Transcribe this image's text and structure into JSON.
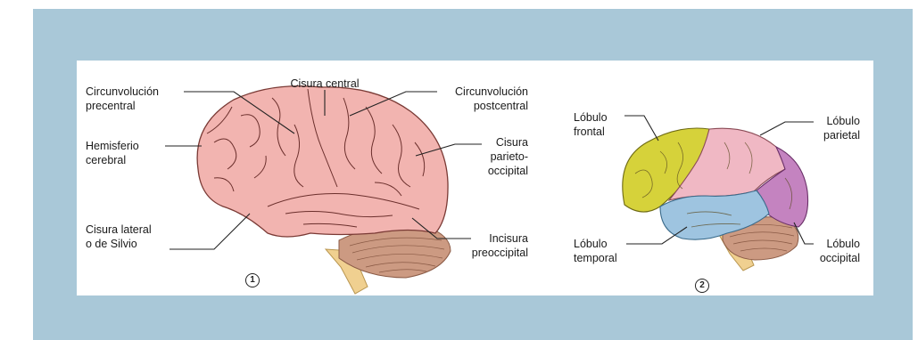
{
  "figure1": {
    "number": "1",
    "labels": {
      "precentral": "Circunvolución\nprecentral",
      "central": "Cisura central",
      "postcentral": "Circunvolución\npostcentral",
      "hemisphere": "Hemisferio\ncerebral",
      "parieto_occipital": "Cisura\nparieto-\noccipital",
      "lateral": "Cisura lateral\no de Silvio",
      "preoccipital": "Incisura\npreoccipital"
    }
  },
  "figure2": {
    "number": "2",
    "labels": {
      "frontal": "Lóbulo\nfrontal",
      "parietal": "Lóbulo\nparietal",
      "temporal": "Lóbulo\ntemporal",
      "occipital": "Lóbulo\noccipital"
    }
  },
  "colors": {
    "frame": "#a9c8d8",
    "brain_pink": "#f2b4b0",
    "frontal_lobe": "#d6d23a",
    "parietal_lobe": "#f0b8c4",
    "temporal_lobe": "#9ec4e0",
    "occipital_lobe": "#c483c0",
    "cerebellum": "#cc9a82",
    "brainstem": "#f0d090"
  }
}
